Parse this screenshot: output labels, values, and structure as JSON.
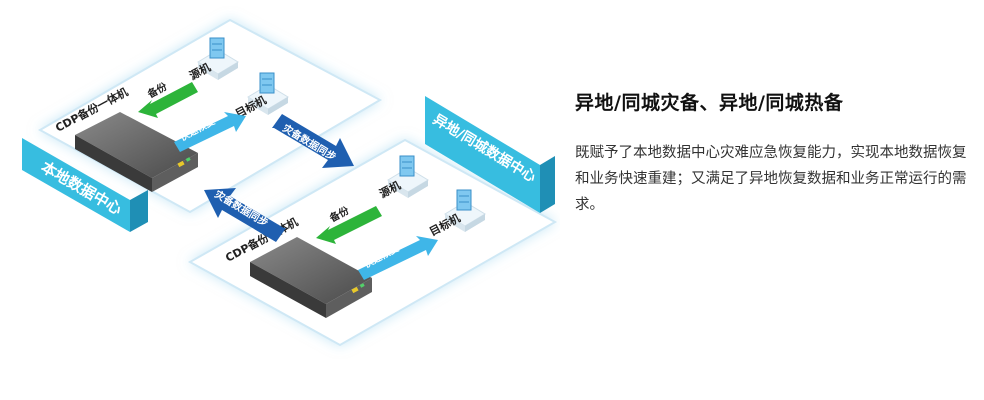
{
  "diagram": {
    "local_center": "本地数据中心",
    "remote_center": "异地/同城数据中心",
    "cdp_appliance": "CDP备份一体机",
    "source_host": "源机",
    "target_host": "目标机",
    "backup": "备份",
    "quick_restore": "快速恢复",
    "dr_sync": "灾备数据同步"
  },
  "info": {
    "title": "异地/同城灾备、异地/同城热备",
    "description": "既赋予了本地数据中心灾难应急恢复能力，实现本地数据恢复和业务快速重建；又满足了异地恢复数据和业务正常运行的需求。"
  },
  "colors": {
    "panel_cyan": "#37bde0",
    "panel_dark": "#1f8fb5",
    "backup_green": "#2db43a",
    "restore_blue": "#3fb6e8",
    "sync_navy": "#1f5fb0"
  }
}
